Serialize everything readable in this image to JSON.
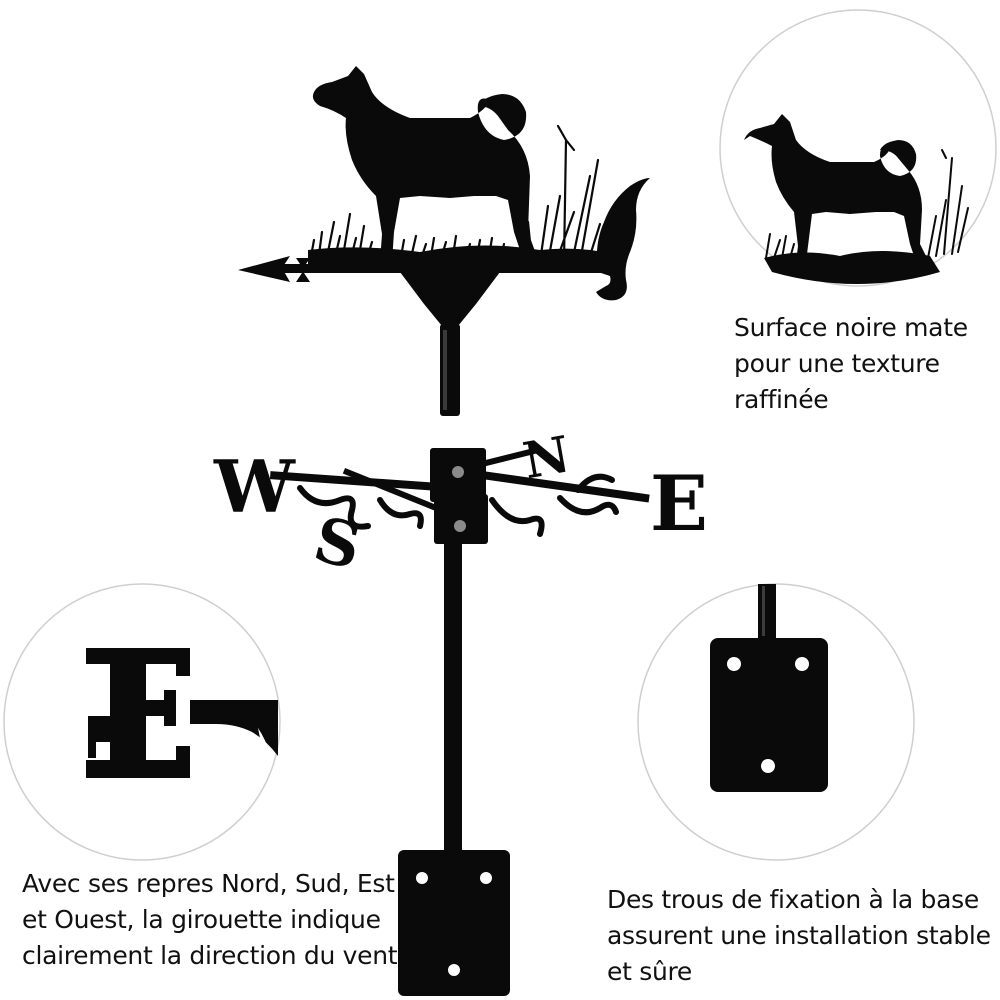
{
  "captions": {
    "surface": {
      "line1": "Surface noire mate",
      "line2": "pour une texture",
      "line3": "raffinée"
    },
    "compass": {
      "line1": "Avec ses repres Nord, Sud, Est",
      "line2": "et Ouest, la girouette indique",
      "line3": "clairement la direction du vent"
    },
    "holes": {
      "line1": "Des trous de fixation à la base",
      "line2": "assurent une installation stable",
      "line3": "et sûre"
    }
  },
  "compass_letters": {
    "north": "N",
    "south": "S",
    "east": "E",
    "west": "W"
  },
  "colors": {
    "metal": "#0a0a0a",
    "background": "#ffffff",
    "circle_outline": "#cfcfcf",
    "text": "#111111"
  },
  "icons": [
    "dog-silhouette",
    "grass-tuft",
    "arrow-pointer",
    "fox-tail-vane",
    "mounting-plate"
  ]
}
